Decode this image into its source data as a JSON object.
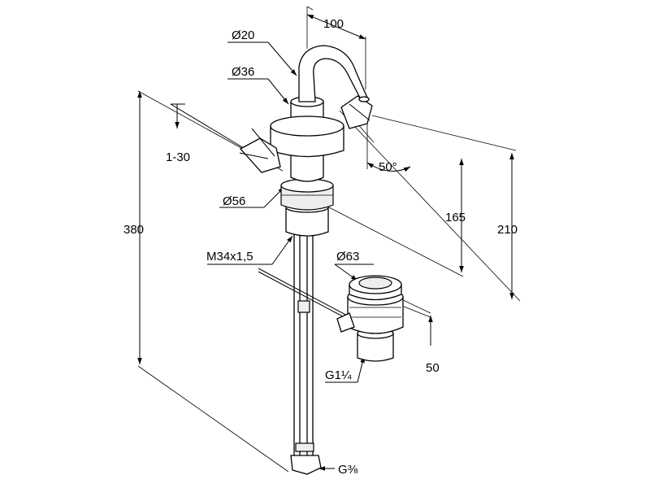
{
  "dimensions": {
    "width_100": "100",
    "dia_20": "Ø20",
    "dia_36": "Ø36",
    "adjust_1_30": "1-30",
    "angle_50": "50°",
    "dia_56": "Ø56",
    "height_165": "165",
    "height_210": "210",
    "height_380": "380",
    "thread_m34": "M34x1,5",
    "dia_63": "Ø63",
    "thread_g114": "G1¼",
    "height_50": "50",
    "thread_g38": "G⅜"
  },
  "colors": {
    "line": "#000000",
    "fill": "#ffffff",
    "shade": "#eeeeee"
  }
}
